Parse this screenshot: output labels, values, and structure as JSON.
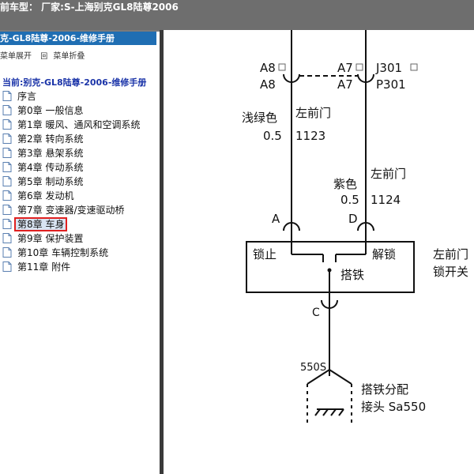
{
  "window": {
    "title": "前车型： 厂家:S-上海别克GL8陆尊2006"
  },
  "sidebar": {
    "manual_title": "克-GL8陆尊-2006-维修手册",
    "expand_label": "菜单展开",
    "collapse_label": "菜单折叠",
    "collapse_prefix": "回",
    "current_label": "当前:别克-GL8陆尊-2006-维修手册",
    "items": [
      {
        "label": "序言"
      },
      {
        "label": "第0章 一般信息"
      },
      {
        "label": "第1章 暖风、通风和空调系统"
      },
      {
        "label": "第2章 转向系统"
      },
      {
        "label": "第3章 悬架系统"
      },
      {
        "label": "第4章 传动系统"
      },
      {
        "label": "第5章 制动系统"
      },
      {
        "label": "第6章 发动机"
      },
      {
        "label": "第7章 变速器/变速驱动桥"
      },
      {
        "label": "第8章 车身",
        "selected": true
      },
      {
        "label": "第9章 保护装置"
      },
      {
        "label": "第10章 车辆控制系统"
      },
      {
        "label": "第11章 附件"
      }
    ]
  },
  "diagram": {
    "connector_left_top": "A8",
    "connector_left_bottom": "A8",
    "connector_right_top": "A7",
    "connector_right_bottom": "A7",
    "connector_far_top": "J301",
    "connector_far_bottom": "P301",
    "wire_left_color": "浅绿色",
    "wire_left_location": "左前门",
    "wire_left_size": "0.5",
    "wire_left_circuit": "1123",
    "wire_right_color": "紫色",
    "wire_right_location": "左前门",
    "wire_right_size": "0.5",
    "wire_right_circuit": "1124",
    "pin_a": "A",
    "pin_d": "D",
    "pin_c": "C",
    "switch_lock": "锁止",
    "switch_unlock": "解锁",
    "switch_ground": "搭铁",
    "component_line1": "左前门",
    "component_line2": "锁开关",
    "splice_id": "550S",
    "ground_line1": "搭铁分配",
    "ground_line2": "接头 Sa550"
  },
  "colors": {
    "title_bar": "#6e6e6e",
    "manual_header": "#1f6eb3",
    "current_label": "#1a33a8",
    "selection_border": "#e02020",
    "divider": "#3a3a3a"
  }
}
